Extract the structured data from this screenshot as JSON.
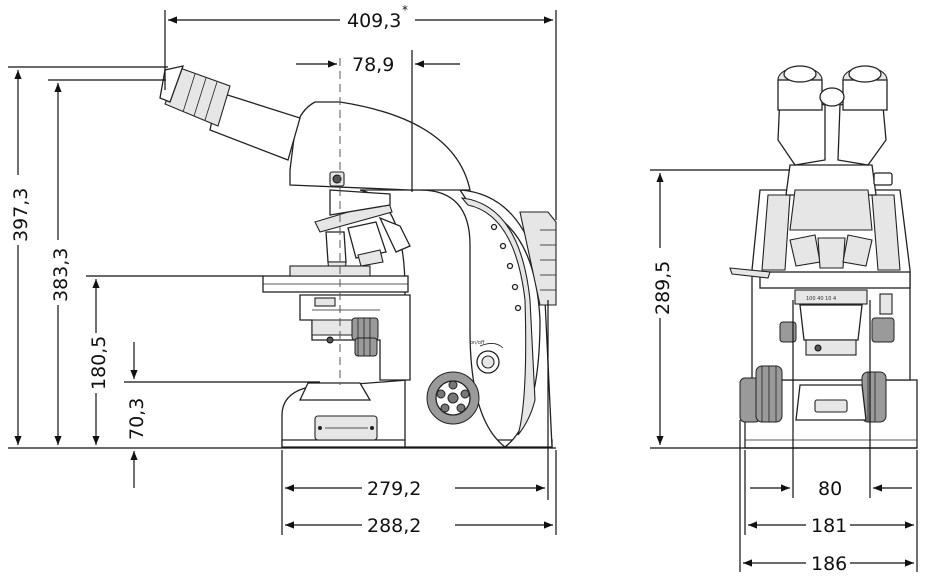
{
  "dimensions": {
    "overall_width": "409,3",
    "star": "*",
    "eyepiece_offset": "78,9",
    "total_height": "397,3",
    "eyepiece_height": "383,3",
    "stage_height": "180,5",
    "condenser_height": "70,3",
    "base_depth": "279,2",
    "full_depth": "288,2",
    "front_height": "289,5",
    "front_inner": "80",
    "front_mid": "181",
    "front_width": "186"
  },
  "labels": {
    "knob_label": "on/off",
    "scale_label": "100 40 10 4"
  }
}
